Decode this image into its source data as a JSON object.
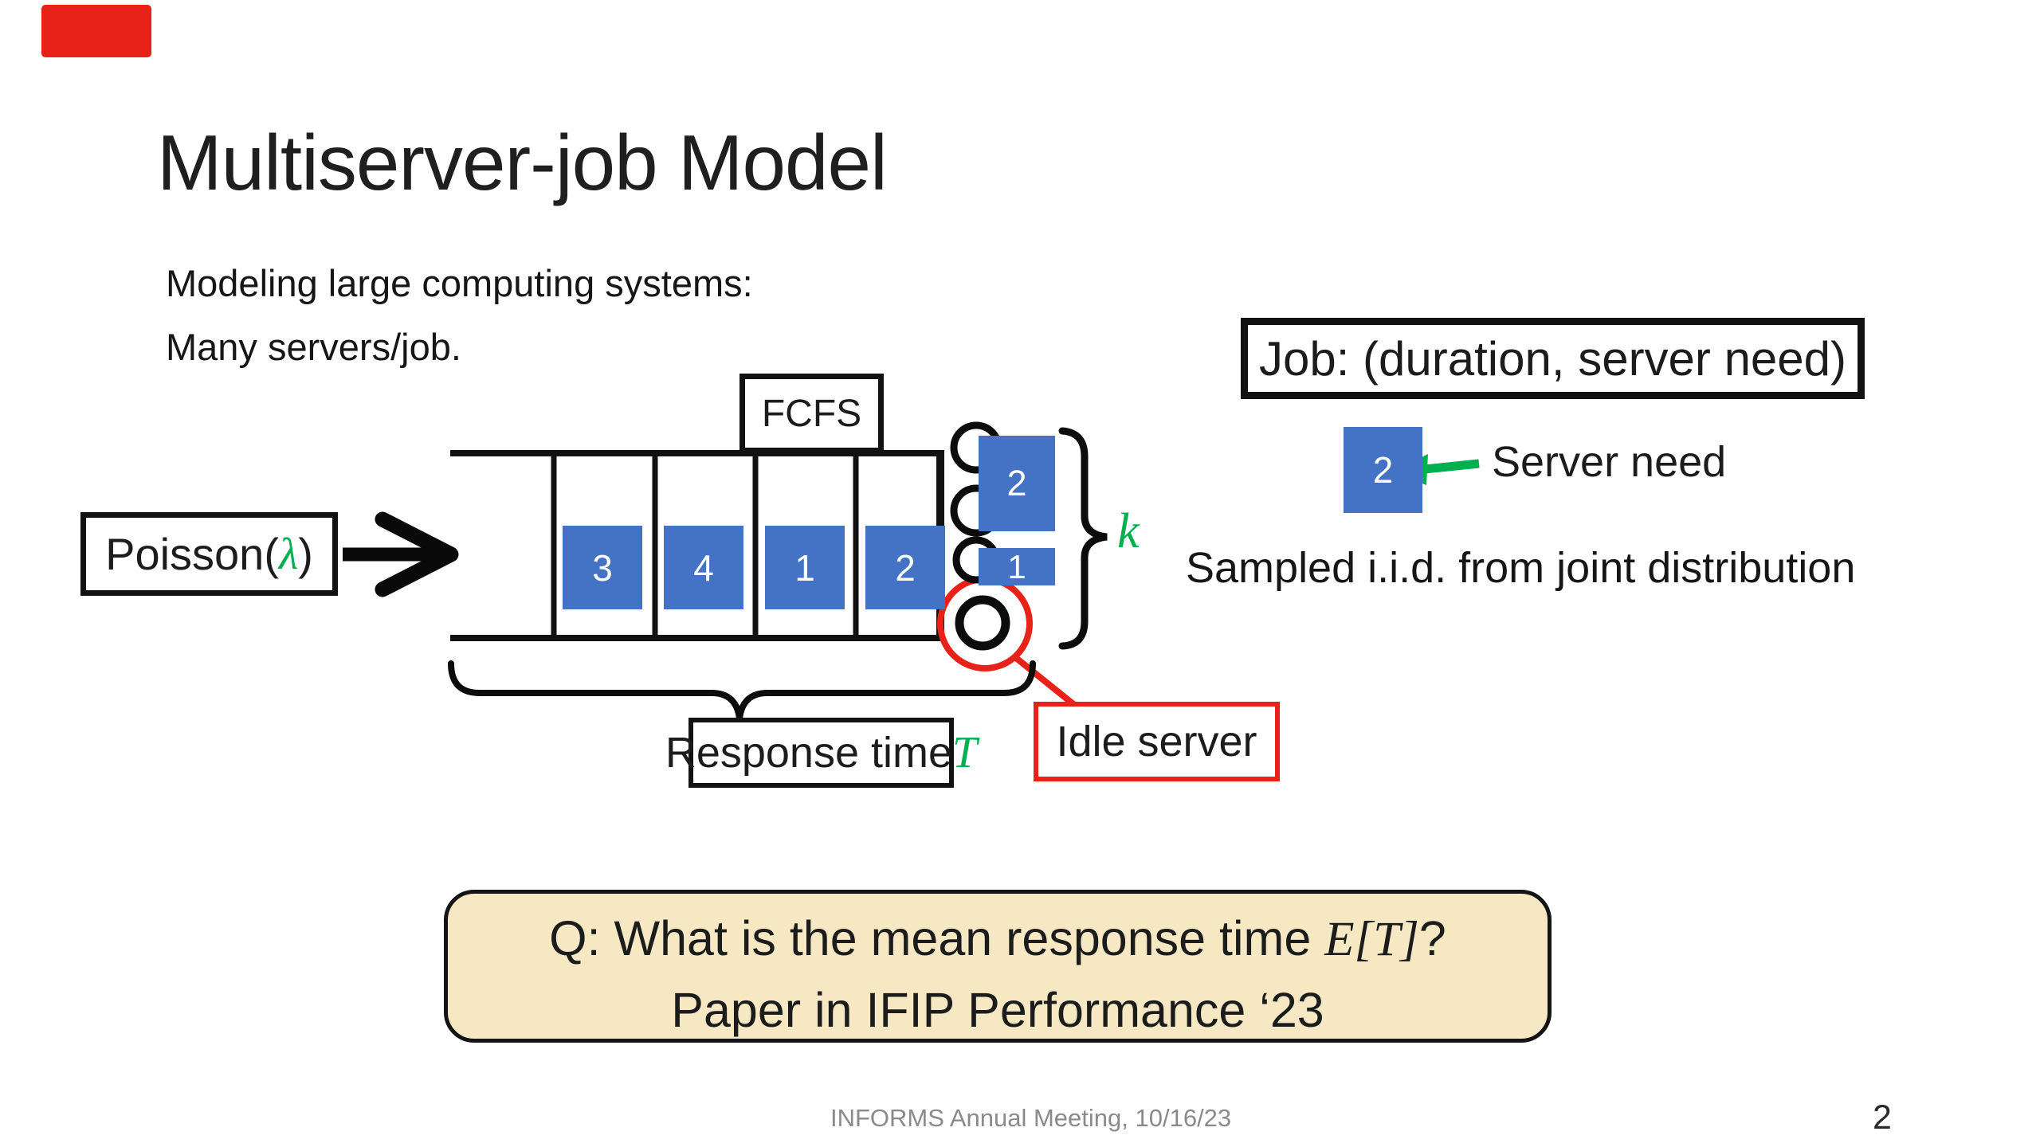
{
  "slide": {
    "title": "Multiserver-job Model",
    "subtitle_line1": "Modeling large computing systems:",
    "subtitle_line2": "Many servers/job.",
    "footer": "INFORMS Annual Meeting, 10/16/23",
    "page_number": "2"
  },
  "colors": {
    "job_blue": "#4472C4",
    "math_green": "#00B050",
    "alert_red": "#E82119",
    "question_fill": "#F6E8C2",
    "footer_gray": "#8A8A8A"
  },
  "queue_model": {
    "arrival_prefix": "Poisson(",
    "arrival_symbol": "λ",
    "arrival_suffix": ")",
    "discipline_label": "FCFS",
    "waiting_jobs": [
      "3",
      "4",
      "1",
      "2"
    ],
    "in_service_jobs": [
      "2",
      "1"
    ],
    "server_count_symbol": "k",
    "response_prefix": "Response time ",
    "response_symbol": "T",
    "idle_server_label": "Idle server"
  },
  "job_definition": {
    "title": "Job: (duration, server need)",
    "example_need": "2",
    "need_label": "Server need",
    "sampling_note": "Sampled i.i.d. from joint distribution"
  },
  "question_box": {
    "line1_prefix": "Q: What is the mean response time ",
    "line1_math": "E[T]",
    "line1_suffix": "?",
    "line2": "Paper in IFIP Performance ‘23"
  }
}
